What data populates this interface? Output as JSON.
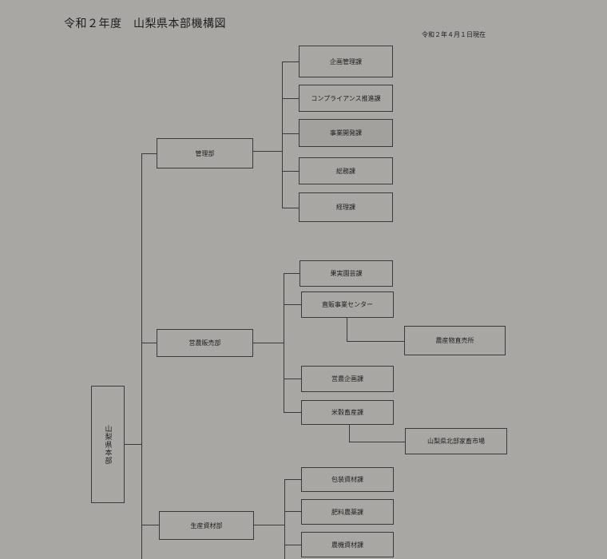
{
  "header": {
    "title": "令和２年度　山梨県本部機構図",
    "as_of": "令和２年４月１日現在"
  },
  "root": {
    "label": "山梨県本部"
  },
  "departments": [
    {
      "label": "管理部",
      "sections": [
        "企画管理課",
        "コンプライアンス推進課",
        "事業開発課",
        "総務課",
        "経理課"
      ]
    },
    {
      "label": "営農販売部",
      "sections": [
        "果実園芸課",
        "直販事業センター",
        "営農企画課",
        "米穀畜産課"
      ],
      "facilities": [
        "農産物直売所",
        "山梨県北部家畜市場"
      ]
    },
    {
      "label": "生産資材部",
      "sections": [
        "包装資材課",
        "肥料農薬課",
        "農機資材課"
      ]
    }
  ]
}
